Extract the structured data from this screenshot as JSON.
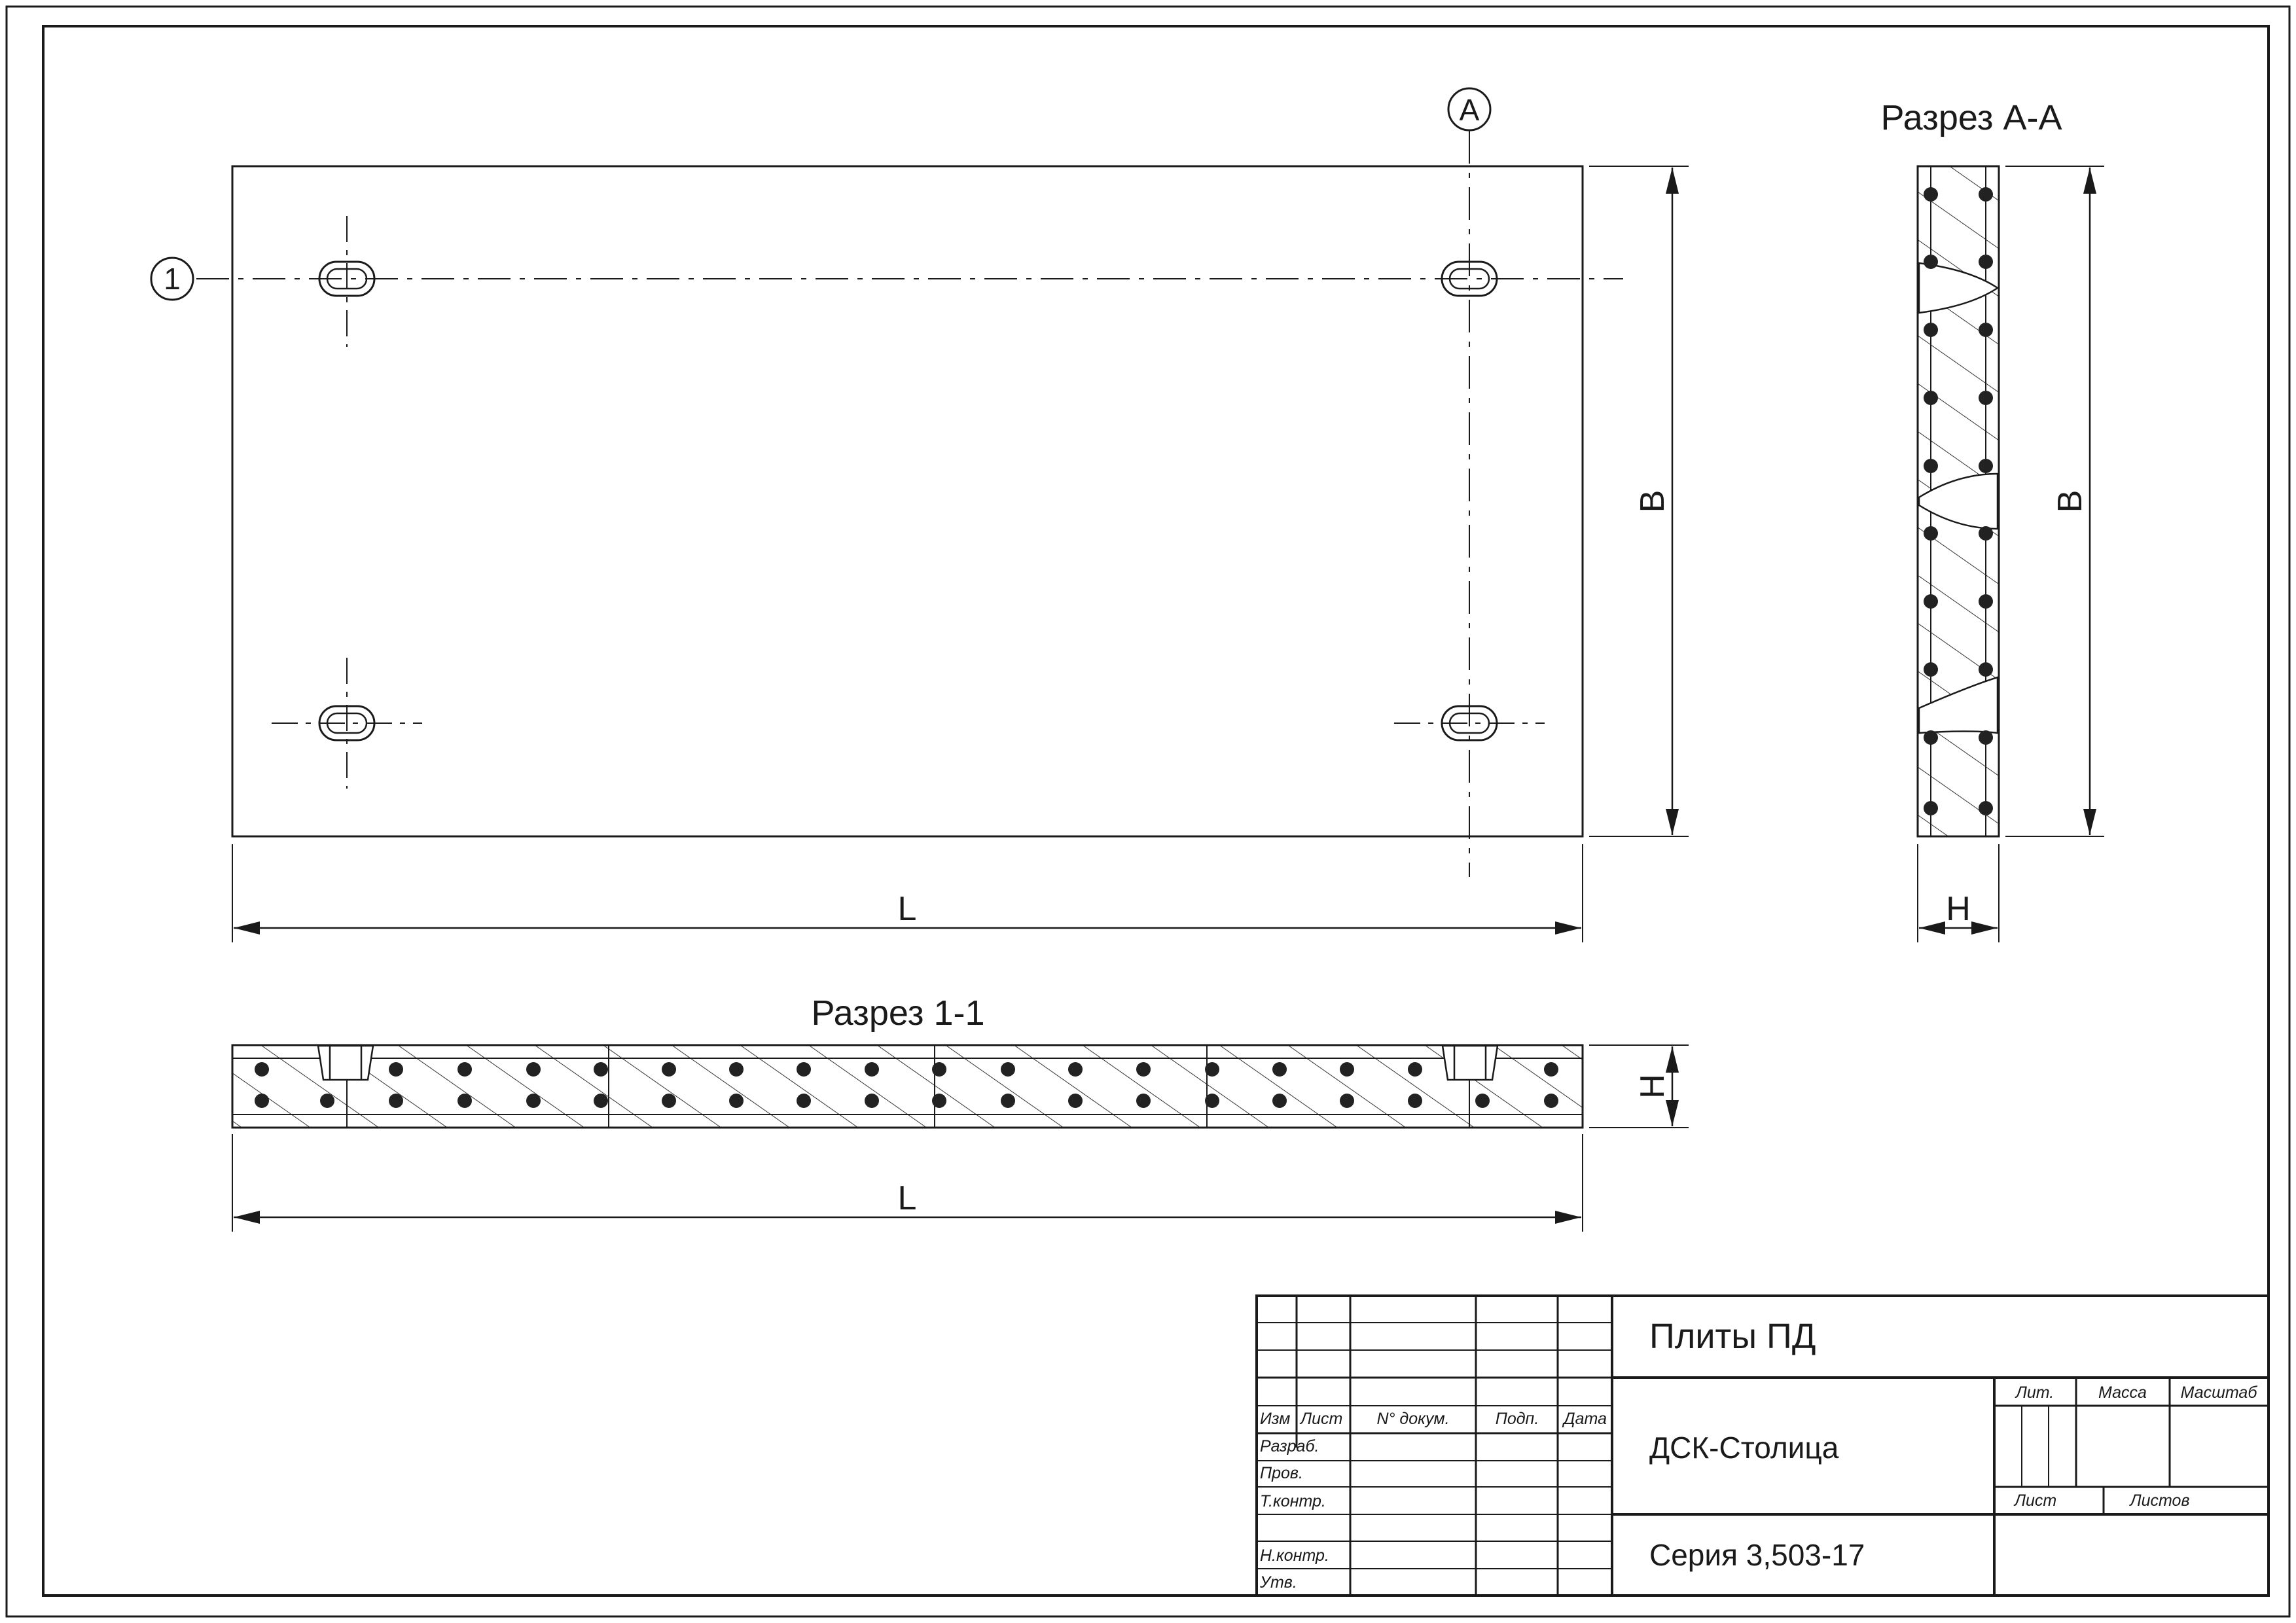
{
  "views": {
    "section_aa_title": "Разрез А-А",
    "section_11_title": "Разрез 1-1",
    "axis_label_a": "А",
    "axis_label_1": "1"
  },
  "dimensions": {
    "length": "L",
    "width": "B",
    "height": "H"
  },
  "title_block": {
    "name": "Плиты ПД",
    "organization": "ДСК-Столица",
    "series": "Серия 3,503-17",
    "columns": {
      "change": "Изм",
      "sheet": "Лист",
      "doc_no": "N° докум.",
      "signature": "Подп.",
      "date": "Дата"
    },
    "roles": {
      "developed": "Разраб.",
      "checked": "Пров.",
      "tech_control": "Т.контр.",
      "norm_control": "Н.контр.",
      "approved": "Утв."
    },
    "stage": {
      "lit": "Лит.",
      "mass": "Масса",
      "scale": "Масштаб",
      "sheet": "Лист",
      "sheets": "Листов"
    }
  }
}
